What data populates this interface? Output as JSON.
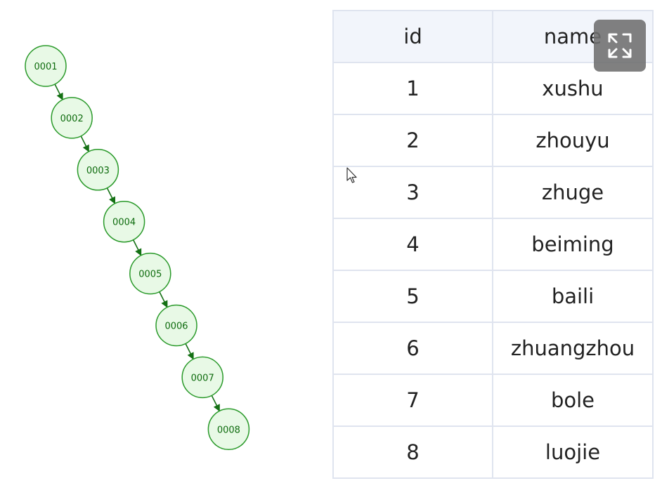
{
  "tree": {
    "nodes": [
      "0001",
      "0002",
      "0003",
      "0004",
      "0005",
      "0006",
      "0007",
      "0008"
    ],
    "node_fill": "#e8f9e6",
    "node_stroke": "#2a9a2a",
    "edge_color": "#147014"
  },
  "table": {
    "headers": {
      "id": "id",
      "name": "name"
    },
    "rows": [
      {
        "id": "1",
        "name": "xushu"
      },
      {
        "id": "2",
        "name": "zhouyu"
      },
      {
        "id": "3",
        "name": "zhuge"
      },
      {
        "id": "4",
        "name": "beiming"
      },
      {
        "id": "5",
        "name": "baili"
      },
      {
        "id": "6",
        "name": "zhuangzhou"
      },
      {
        "id": "7",
        "name": "bole"
      },
      {
        "id": "8",
        "name": "luojie"
      }
    ]
  },
  "controls": {
    "expand_icon": "expand-icon",
    "cursor_icon": "mouse-pointer-icon"
  }
}
